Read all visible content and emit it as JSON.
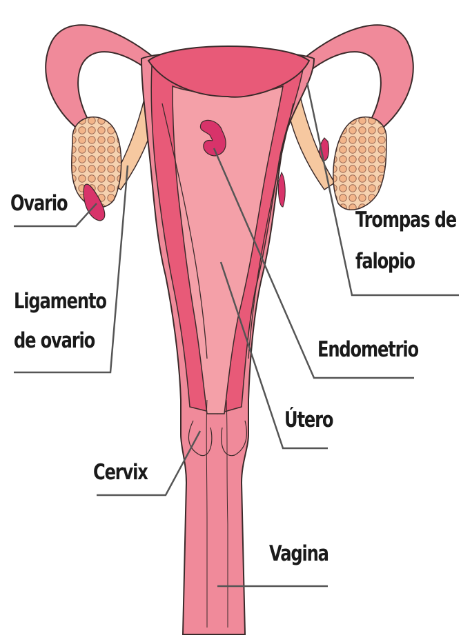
{
  "labels": {
    "ovario": "Ovario",
    "ligamento_line1": "Ligamento",
    "ligamento_line2": "de ovario",
    "trompas_line1": "Trompas de",
    "trompas_line2": "falopio",
    "endometrio": "Endometrio",
    "utero": "Útero",
    "cervix": "Cervix",
    "vagina": "Vagina"
  },
  "colors": {
    "outer_wall": "#f08a9a",
    "uterus_body": "#e85a78",
    "inner_cavity": "#f4a0a8",
    "outline": "#3a2a2a",
    "ovary_mesh": "#f3b58a",
    "ovary_dark": "#d8336a",
    "ligament": "#f6c8a0",
    "leader_line": "#555555"
  }
}
